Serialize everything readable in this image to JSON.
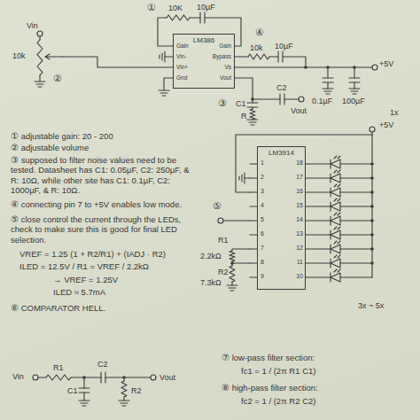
{
  "diagram": {
    "nodes": [
      {
        "text": [
          "LM386"
        ]
      },
      {
        "text": [
          "LM3914"
        ]
      }
    ],
    "labels": [
      "①",
      "10K",
      "10µF",
      "Vin",
      "10k",
      "②",
      "Gain",
      "Vin-",
      "Vin+",
      "Gnd",
      "Gain",
      "Bypass",
      "Vs",
      "Vout",
      "④",
      "10k",
      "10µF",
      "+5V",
      "0.1µF",
      "100µF",
      "③",
      "C1",
      "R",
      "C2",
      "Vout",
      "1x",
      "① adjustable gain: 20 - 200",
      "② adjustable volume",
      "③ supposed to filter noise values need to be tested. Datasheet has C1: 0.05µF, C2: 250µF, & R: 10Ω, while other site has C1: 0.1µF, C2: 1000µF, & R: 10Ω.",
      "④ connecting pin 7 to +5V enables low mode.",
      "⑤ close control the current through the LEDs, check to make sure this is good for final LED selection.",
      "VREF = 1.25 (1 + R2/R1) + (IADJ · R2)",
      "ILED = 12.5V / R1 = VREF / 2.2kΩ",
      "→ VREF = 1.25V",
      "ILED ≈ 5.7mA",
      "⑥ COMPARATOR HELL.",
      "+5V",
      "1",
      "2",
      "3",
      "4",
      "5",
      "6",
      "7",
      "8",
      "9",
      "18",
      "17",
      "16",
      "15",
      "14",
      "13",
      "12",
      "11",
      "10",
      "⑤",
      "R1",
      "2.2kΩ",
      "R2",
      "7.3kΩ",
      "3x ~ 5x",
      "Vin",
      "R1",
      "C1",
      "C2",
      "R2",
      "Vout",
      "⑦ low-pass filter section:",
      "fc1 = 1 / (2π R1 C1)",
      "⑧ high-pass filter section:",
      "fc2 = 1 / (2π R2 C2)"
    ]
  }
}
